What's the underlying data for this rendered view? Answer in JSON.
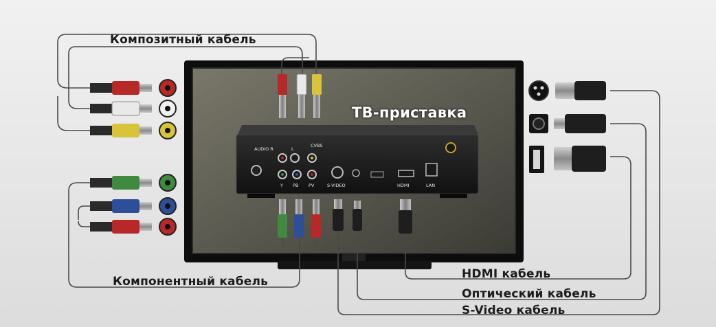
{
  "labels": {
    "composite_cable": "Композитный кабель",
    "component_cable": "Компонентный кабель",
    "hdmi_cable": "HDMI кабель",
    "optical_cable": "Оптический кабель",
    "svideo_cable": "S-Video кабель",
    "box_title": "ТВ-приставка"
  },
  "port_labels": {
    "audio_r": "AUDIO R",
    "audio_l": "L",
    "cvbs": "CVBS",
    "y": "Y",
    "pb": "PB",
    "pr": "PV",
    "svideo": "S-VIDEO",
    "hdmi": "HDMI",
    "lan": "LAN"
  },
  "colors": {
    "plug_red": "#b92828",
    "plug_white": "#e9e9e9",
    "plug_yellow": "#d8c43a",
    "plug_green": "#3f8a3f",
    "plug_blue": "#2d4f9a",
    "tv_frame": "#111111",
    "screen": "#5a5a50",
    "cable_line": "#4a4a4a"
  }
}
